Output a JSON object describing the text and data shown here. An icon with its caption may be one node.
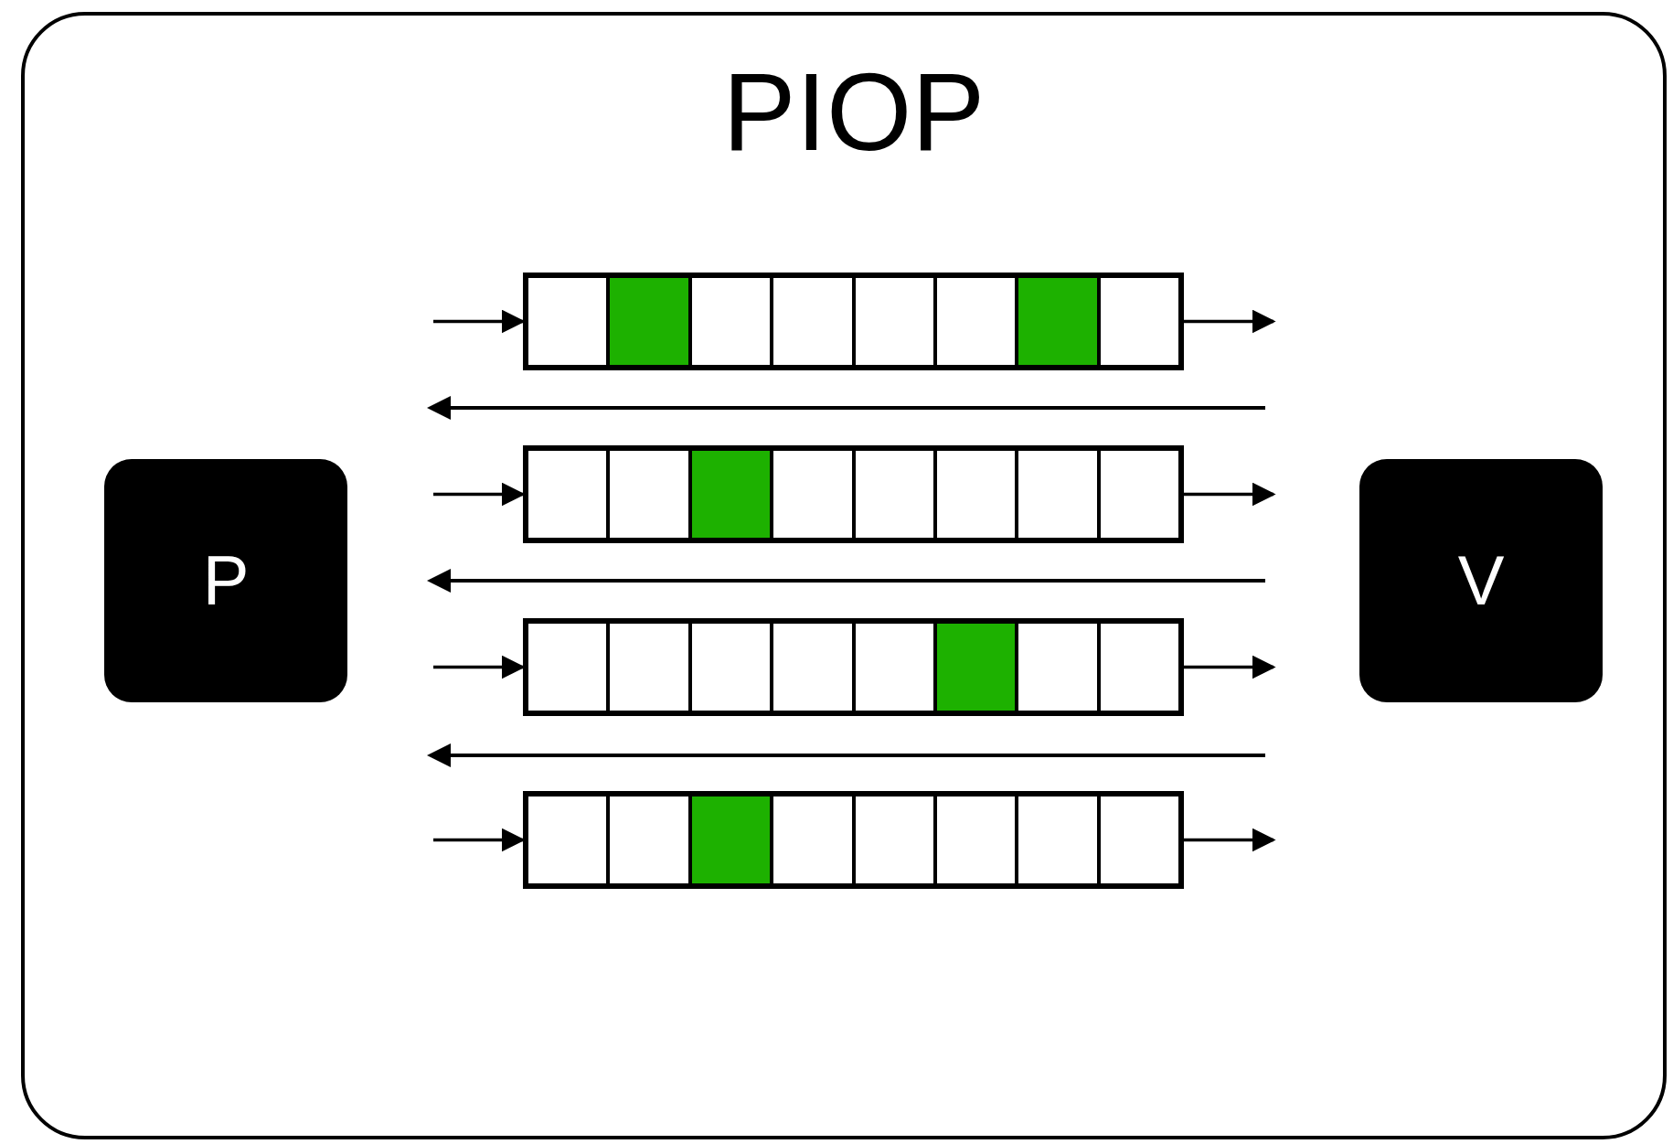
{
  "diagram": {
    "title": "PIOP",
    "nodes": [
      {
        "text": [
          "P"
        ]
      },
      {
        "text": [],
        "shape": "bar"
      },
      {
        "text": [],
        "shape": "bar"
      },
      {
        "text": [],
        "shape": "bar"
      },
      {
        "text": [],
        "shape": "bar"
      },
      {
        "text": [
          "V"
        ]
      }
    ],
    "edges": [
      {
        "from": null,
        "to": 1,
        "arrow": "to"
      },
      {
        "from": 1,
        "to": null,
        "arrow": "to"
      },
      {
        "from": null,
        "to": 2,
        "arrow": "to"
      },
      {
        "from": 2,
        "to": null,
        "arrow": "to"
      },
      {
        "from": null,
        "to": 3,
        "arrow": "to"
      },
      {
        "from": 3,
        "to": null,
        "arrow": "to"
      },
      {
        "from": null,
        "to": 4,
        "arrow": "to"
      },
      {
        "from": 4,
        "to": null,
        "arrow": "to"
      }
    ]
  }
}
